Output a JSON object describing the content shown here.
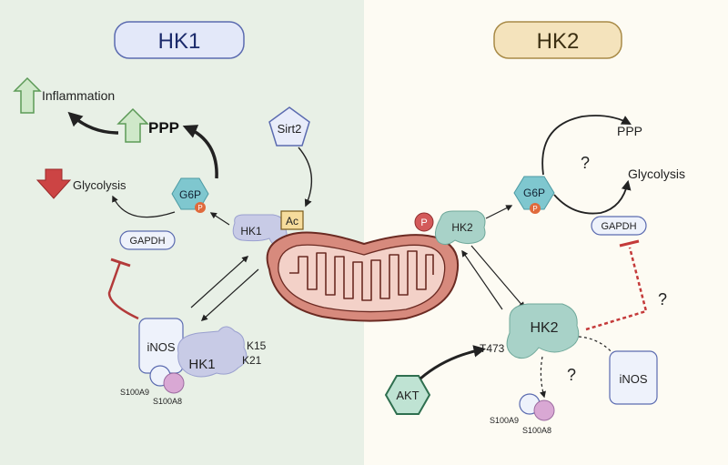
{
  "panels": {
    "hk1_title": "HK1",
    "hk2_title": "HK2"
  },
  "left": {
    "inflammation": "Inflammation",
    "ppp": "PPP",
    "glycolysis": "Glycolysis",
    "g6p": "G6P",
    "phospho": "P",
    "gapdh": "GAPDH",
    "sirt2": "Sirt2",
    "ac": "Ac",
    "hk1_node": "HK1",
    "inos": "iNOS",
    "hk1_complex": "HK1",
    "k15": "K15",
    "k21": "K21",
    "s100a9": "S100A9",
    "s100a8": "S100A8"
  },
  "right": {
    "ppp": "PPP",
    "question_top": "?",
    "glycolysis": "Glycolysis",
    "g6p": "G6P",
    "phospho_g6p": "P",
    "gapdh": "GAPDH",
    "phospho_hk2": "P",
    "hk2_node": "HK2",
    "hk2_lower": "HK2",
    "question_right": "?",
    "t473": "T473",
    "akt": "AKT",
    "question_bottom": "?",
    "inos": "iNOS",
    "s100a9": "S100A9",
    "s100a8": "S100A8"
  },
  "colors": {
    "left_bg": "#e8f0e6",
    "right_bg": "#fdfbf3",
    "hk1_title_fill": "#e3e8f9",
    "hk1_title_stroke": "#5b6bb0",
    "hk2_title_fill": "#f4e3bc",
    "hk2_title_stroke": "#a88a46",
    "up_arrow_fill": "#cfe8c9",
    "up_arrow_stroke": "#5c9a57",
    "down_arrow_fill": "#cc4444",
    "g6p_fill": "#7fc7cf",
    "phospho_fill": "#e06a3c",
    "hk1_fill": "#c8cbe6",
    "hk2_fill": "#a8d2c8",
    "inhibit_red": "#b33a3a",
    "mito_fill": "#d78a7d",
    "akt_fill": "#bfe3d3",
    "akt_stroke": "#2f6f4f",
    "s100a8_fill": "#d9a8d4"
  }
}
